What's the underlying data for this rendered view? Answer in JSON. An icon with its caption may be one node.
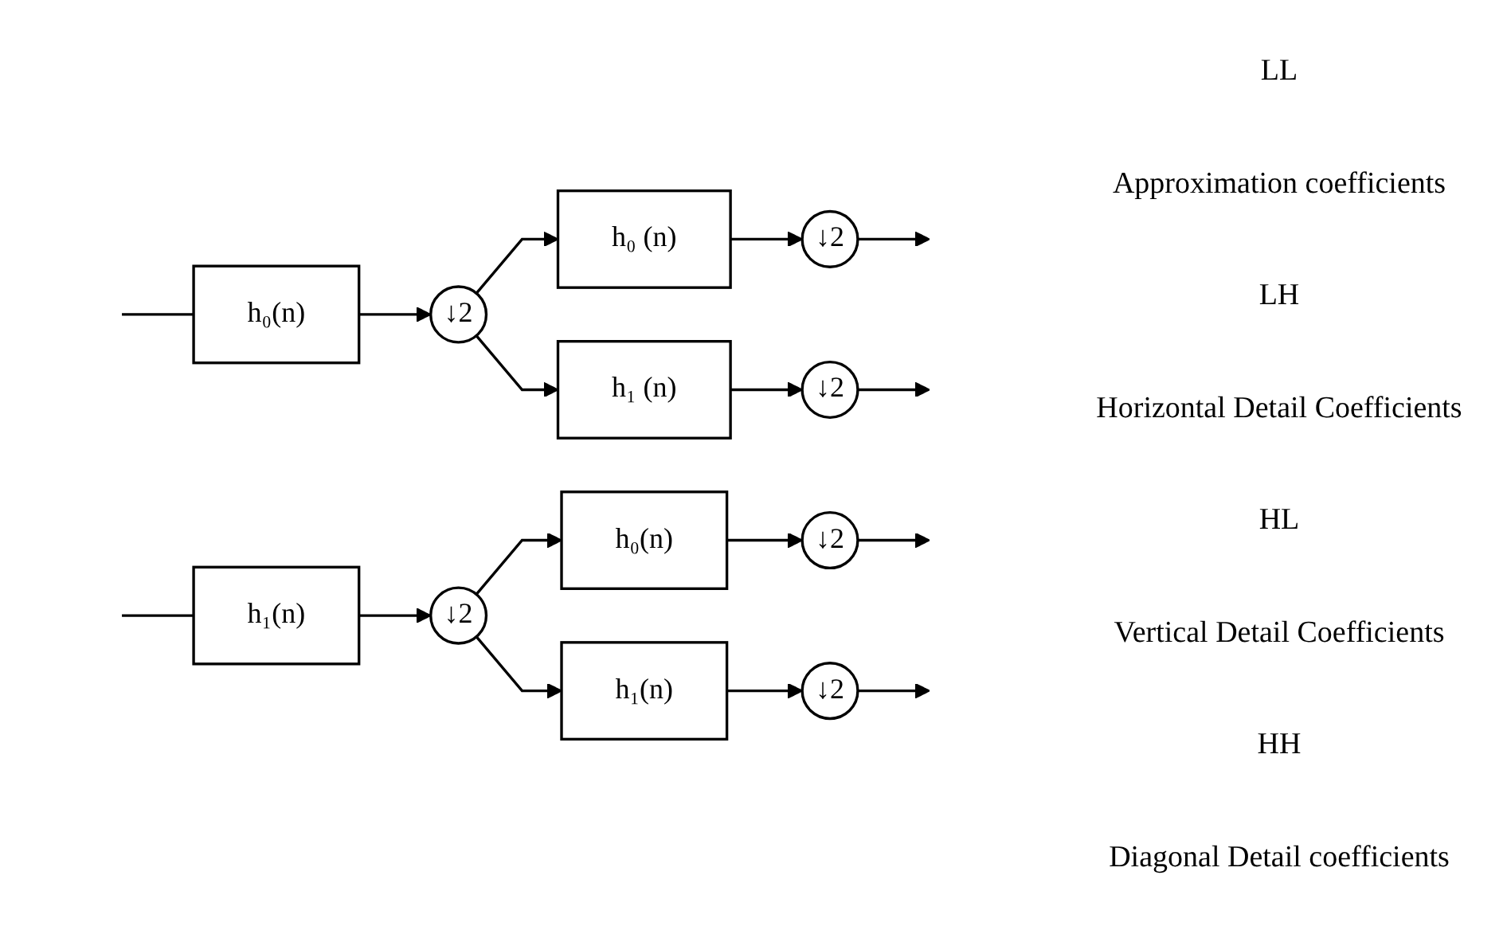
{
  "diagram": {
    "nodes": [
      {
        "text": [
          "h₀(n)"
        ]
      },
      {
        "text": [
          "↓2"
        ]
      },
      {
        "text": [
          "h₀ (n)"
        ]
      },
      {
        "text": [
          "↓2"
        ]
      },
      {
        "text": [
          "h₁ (n)"
        ]
      },
      {
        "text": [
          "↓2"
        ]
      },
      {
        "text": [
          "h₁(n)"
        ]
      },
      {
        "text": [
          "↓2"
        ]
      },
      {
        "text": [
          "h₀(n)"
        ]
      },
      {
        "text": [
          "↓2"
        ]
      },
      {
        "text": [
          "h₁(n)"
        ]
      },
      {
        "text": [
          "↓2"
        ]
      }
    ],
    "edges": [
      {
        "from": null,
        "to": 0,
        "arrow": "none"
      },
      {
        "from": null,
        "to": 6,
        "arrow": "none"
      },
      {
        "from": 0,
        "to": 1,
        "arrow": "to"
      },
      {
        "from": 1,
        "to": 2,
        "arrow": "to"
      },
      {
        "from": 1,
        "to": 4,
        "arrow": "to"
      },
      {
        "from": 2,
        "to": 3,
        "arrow": "to"
      },
      {
        "from": 3,
        "to": null,
        "arrow": "to"
      },
      {
        "from": 4,
        "to": 5,
        "arrow": "to"
      },
      {
        "from": 5,
        "to": null,
        "arrow": "to"
      },
      {
        "from": 6,
        "to": 7,
        "arrow": "to"
      },
      {
        "from": 7,
        "to": 8,
        "arrow": "to"
      },
      {
        "from": 7,
        "to": 10,
        "arrow": "to"
      },
      {
        "from": 8,
        "to": 9,
        "arrow": "to"
      },
      {
        "from": 9,
        "to": null,
        "arrow": "to"
      },
      {
        "from": 10,
        "to": 11,
        "arrow": "to"
      },
      {
        "from": 11,
        "to": null,
        "arrow": "to"
      }
    ],
    "labels": [
      "LL",
      "Approximation coefficients",
      "LH",
      "Horizontal Detail Coefficients",
      "HL",
      "Vertical Detail Coefficients",
      "HH",
      "Diagonal Detail coefficients"
    ]
  }
}
